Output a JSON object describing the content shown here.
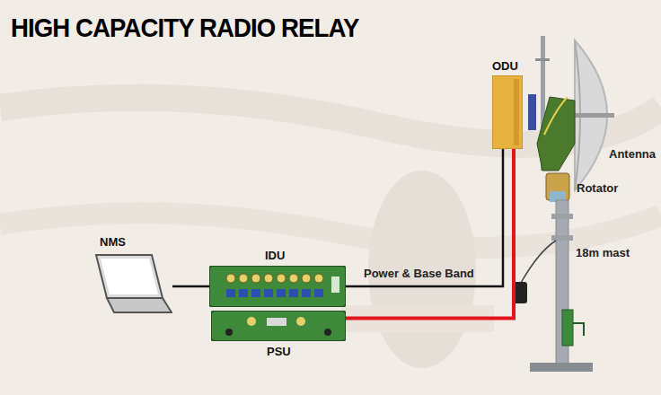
{
  "diagram": {
    "title": "HIGH CAPACITY RADIO RELAY",
    "nodes": [
      {
        "text": [
          "ODU"
        ]
      },
      {
        "text": [
          "NMS"
        ]
      },
      {
        "text": [
          "IDU"
        ]
      },
      {
        "text": [
          "PSU"
        ]
      }
    ],
    "edges": [
      {
        "from": 1,
        "to": 2,
        "arrow": "none"
      },
      {
        "from": 2,
        "to": 0,
        "label": "Power & Base Band",
        "arrow": "none"
      },
      {
        "from": 3,
        "to": 0,
        "arrow": "none"
      }
    ],
    "labels": [
      "Antenna",
      "Rotator",
      "18m mast"
    ]
  }
}
